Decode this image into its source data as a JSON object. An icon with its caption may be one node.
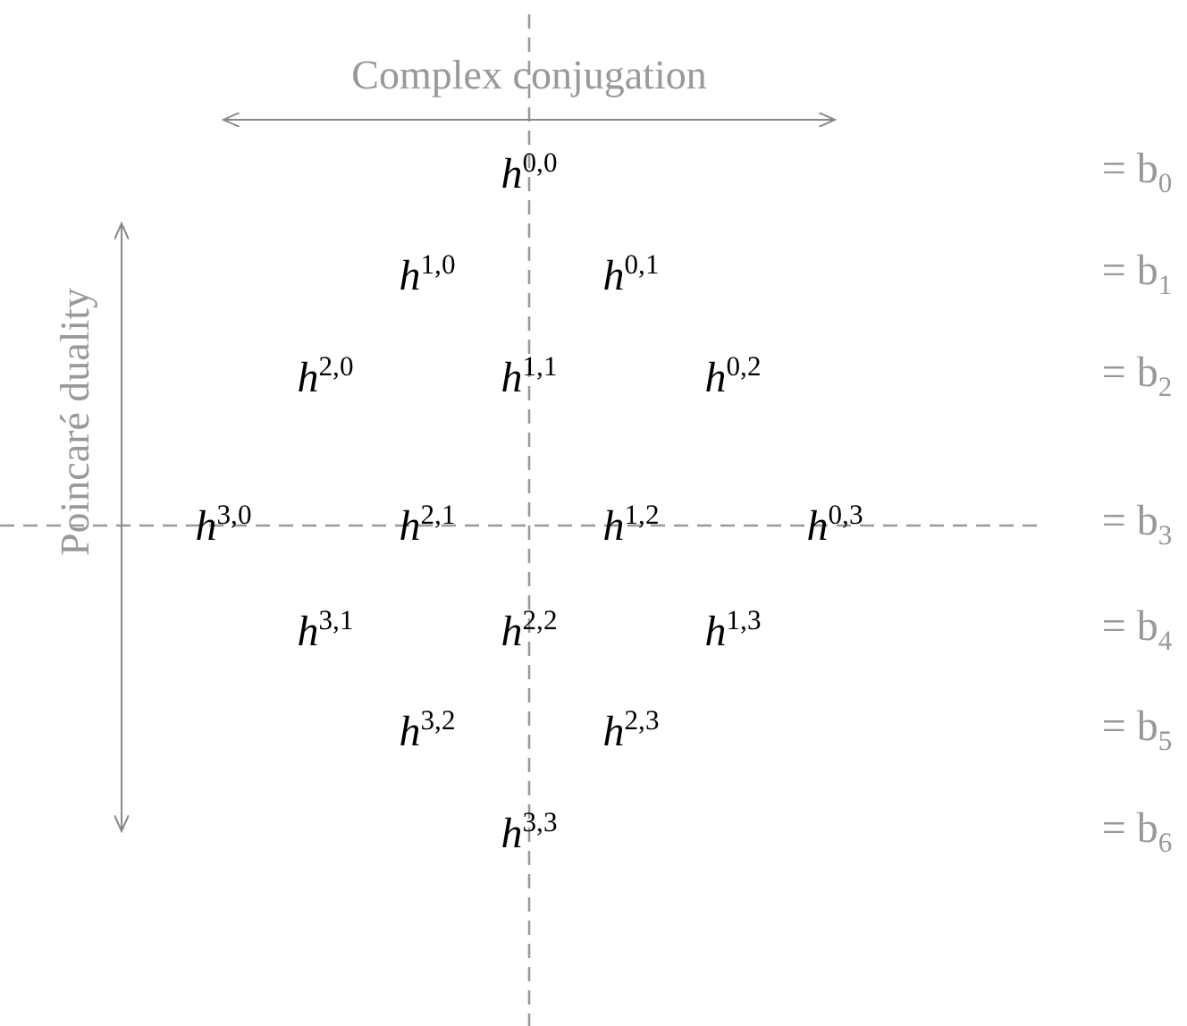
{
  "diagram": {
    "labels": [
      "Complex conjugation",
      "Poincaré duality",
      "h$^{0,0}$",
      "= b$_{0}$",
      "h$^{1,0}$",
      "h$^{0,1}$",
      "= b$_{1}$",
      "h$^{2,0}$",
      "h$^{1,1}$",
      "h$^{0,2}$",
      "= b$_{2}$",
      "h$^{3,0}$",
      "h$^{2,1}$",
      "h$^{1,2}$",
      "h$^{0,3}$",
      "= b$_{3}$",
      "h$^{3,1}$",
      "h$^{2,2}$",
      "h$^{1,3}$",
      "= b$_{4}$",
      "h$^{3,2}$",
      "h$^{2,3}$",
      "= b$_{5}$",
      "h$^{3,3}$",
      "= b$_{6}$"
    ]
  }
}
